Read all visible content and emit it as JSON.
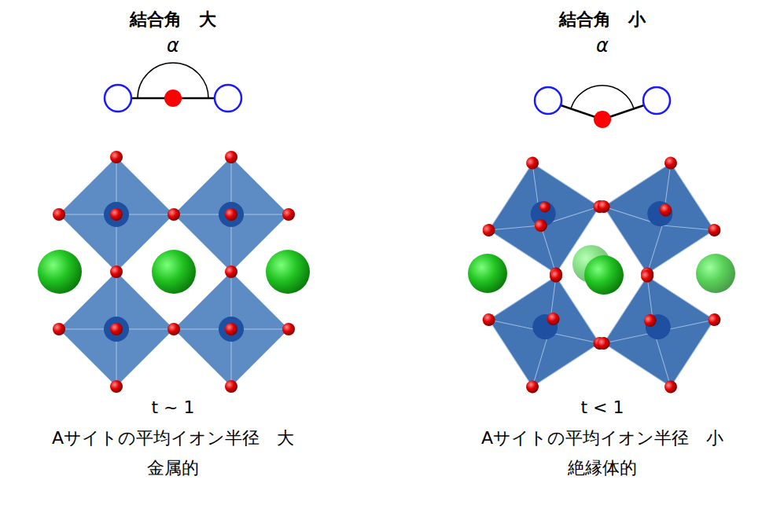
{
  "diagram": {
    "labels": [
      "結合角　大",
      "α",
      "t ~ 1",
      "Aサイトの平均イオン半径　大",
      "金属的",
      "結合角　小",
      "α",
      "t < 1",
      "Aサイトの平均イオン半径　小",
      "絶縁体的"
    ]
  }
}
